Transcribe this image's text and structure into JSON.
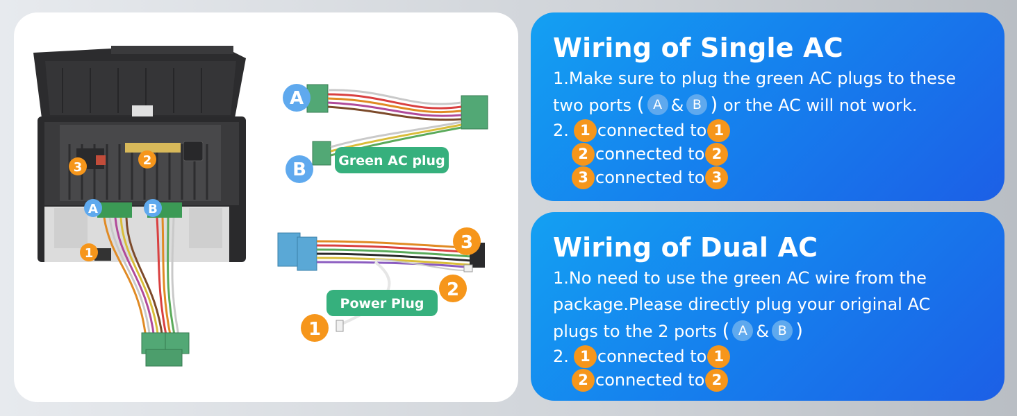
{
  "colors": {
    "card_blue": "#1582ee",
    "number_badge_orange": "#f6961b",
    "port_badge_blue": "#5fa9ee",
    "tag_green": "#36b07d"
  },
  "photo": {
    "head_unit_labels": {
      "port_a": "A",
      "port_b": "B",
      "n1": "1",
      "n2": "2",
      "n3": "3"
    },
    "ac_harness": {
      "badge_a": "A",
      "badge_b": "B",
      "tag": "Green AC plug"
    },
    "power_harness": {
      "n1": "1",
      "n2": "2",
      "n3": "3",
      "tag": "Power Plug"
    }
  },
  "single": {
    "title": "Wiring of Single AC",
    "line1": "1.Make sure to plug the green AC plugs to these",
    "line2_pre": "two ports",
    "line2_open": "(",
    "port_a": "A",
    "amp": "&",
    "port_b": "B",
    "line2_close": ")",
    "line2_post": "or the AC will not work.",
    "step_prefix": "2.",
    "rows": [
      {
        "from": "1",
        "text": "connected to",
        "to": "1"
      },
      {
        "from": "2",
        "text": "connected to",
        "to": "2"
      },
      {
        "from": "3",
        "text": "connected to",
        "to": "3"
      }
    ]
  },
  "dual": {
    "title": "Wiring of Dual AC",
    "line1": "1.No need to use the green AC wire from the",
    "line2": "package.Please directly plug your original AC",
    "line3_pre": "plugs to the 2 ports",
    "line3_open": "(",
    "port_a": "A",
    "amp": "&",
    "port_b": "B",
    "line3_close": ")",
    "step_prefix": "2.",
    "rows": [
      {
        "from": "1",
        "text": "connected to",
        "to": "1"
      },
      {
        "from": "2",
        "text": "connected to",
        "to": "2"
      }
    ]
  }
}
